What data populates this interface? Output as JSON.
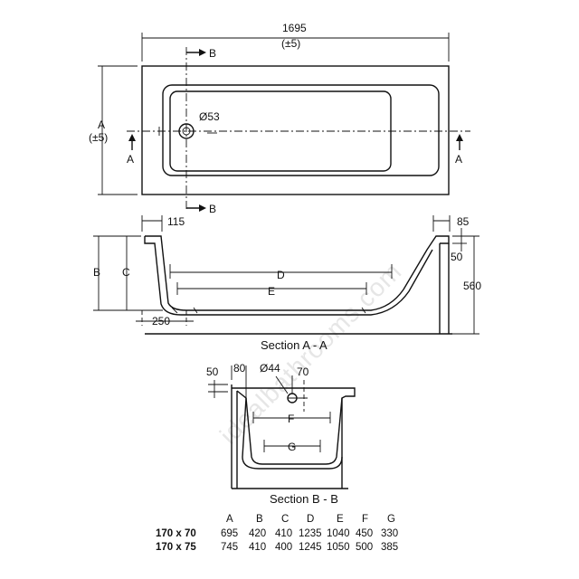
{
  "watermark": "idealbathrooms.com",
  "plan": {
    "length": "1695",
    "length_tol": "(±5)",
    "width_label": "A",
    "width_tol": "(±5)",
    "waste": "Ø53",
    "section_a_mark": "A",
    "section_b_mark": "B"
  },
  "section_aa": {
    "title": "Section A - A",
    "dim_115": "115",
    "dim_85": "85",
    "dim_50": "50",
    "dim_560": "560",
    "dim_250": "250",
    "label_b": "B",
    "label_c": "C",
    "label_d": "D",
    "label_e": "E"
  },
  "section_bb": {
    "title": "Section B - B",
    "dim_50": "50",
    "dim_80": "80",
    "dim_44": "Ø44",
    "dim_70": "70",
    "label_f": "F",
    "label_g": "G"
  },
  "table": {
    "headers": [
      "A",
      "B",
      "C",
      "D",
      "E",
      "F",
      "G"
    ],
    "rows": [
      {
        "model": "170 x 70",
        "values": [
          "695",
          "420",
          "410",
          "1235",
          "1040",
          "450",
          "330"
        ]
      },
      {
        "model": "170 x 75",
        "values": [
          "745",
          "410",
          "400",
          "1245",
          "1050",
          "500",
          "385"
        ]
      }
    ]
  }
}
